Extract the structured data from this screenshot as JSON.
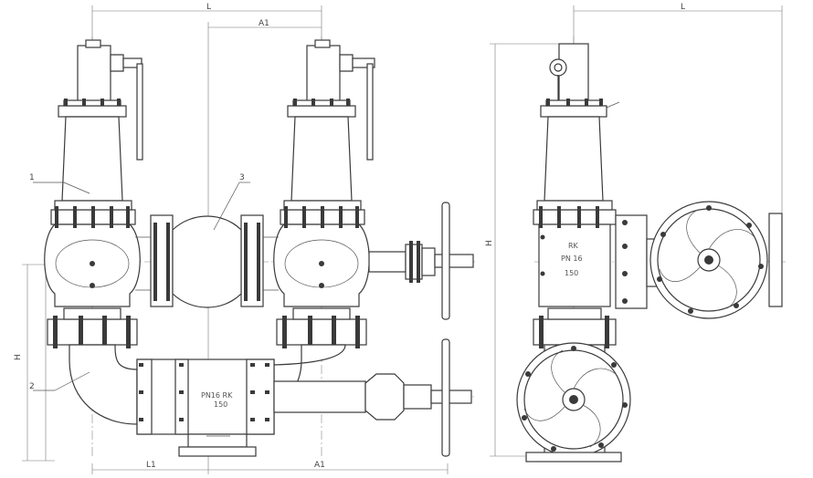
{
  "callouts": {
    "c1": "1",
    "c2": "2",
    "c3": "3"
  },
  "dimensions": {
    "L": "L",
    "A1": "A1",
    "L1": "L1",
    "A1_lower": "A1",
    "H": "H",
    "H1": "H",
    "L_side": "L"
  },
  "markings": {
    "body_pn": "PN 16",
    "body_rk": "RK",
    "body_dn": "150",
    "pipe_line1": "PN16  RK",
    "pipe_line2": "150"
  }
}
